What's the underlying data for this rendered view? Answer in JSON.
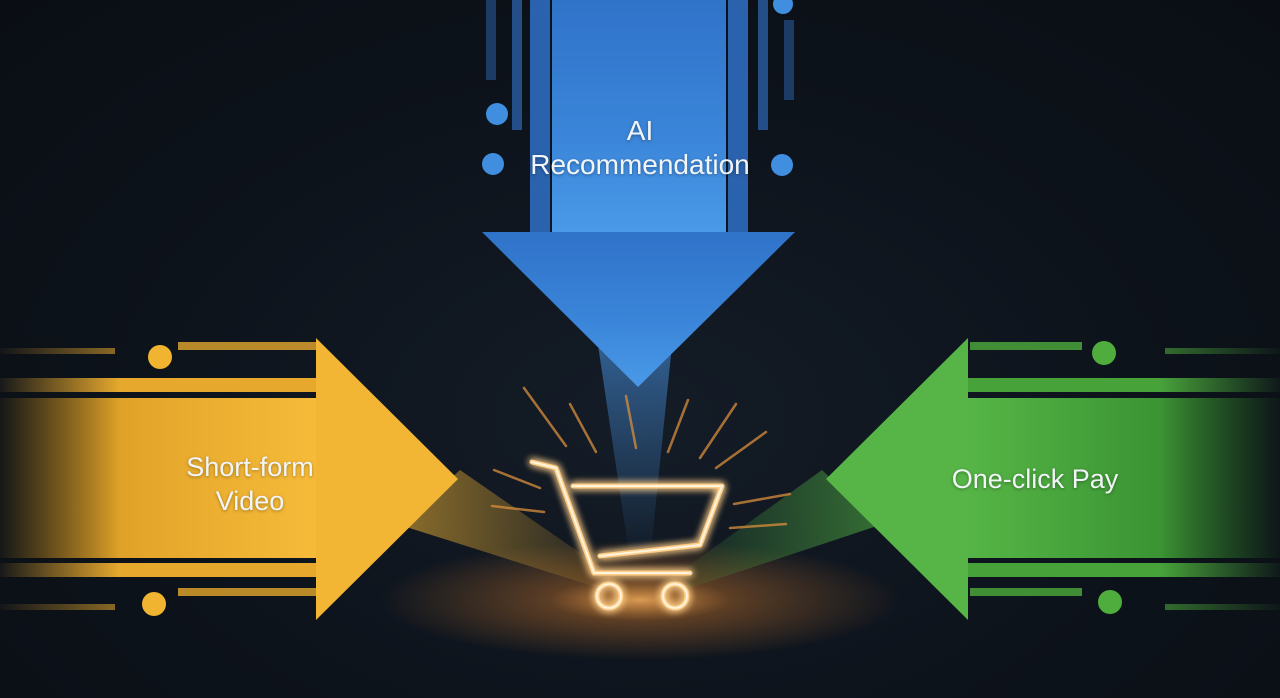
{
  "arrows": {
    "top": {
      "label": "AI\nRecommendation",
      "color": "#3f8ee0"
    },
    "left": {
      "label": "Short-form\nVideo",
      "color": "#f0b431"
    },
    "right": {
      "label": "One-click Pay",
      "color": "#4fad3d"
    }
  },
  "center": {
    "icon": "shopping-cart-icon",
    "glow_color": "#ffb25a"
  },
  "background_color": "#0c1118"
}
